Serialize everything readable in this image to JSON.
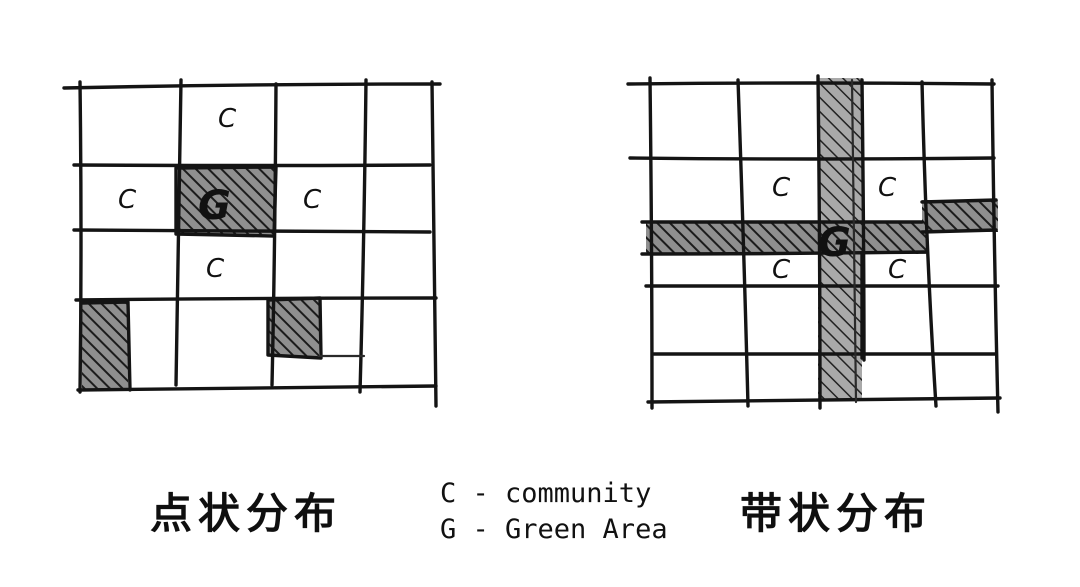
{
  "diagrams": [
    {
      "id": "point",
      "caption": "点状分布",
      "community_label": "C",
      "green_label": "G"
    },
    {
      "id": "strip",
      "caption": "带状分布",
      "community_label": "C",
      "green_label": "G"
    }
  ],
  "legend": {
    "community": "C - community",
    "green": "G - Green Area"
  },
  "colors": {
    "ink": "#141414",
    "hatch": "#1c1c1c",
    "paper": "#ffffff"
  }
}
